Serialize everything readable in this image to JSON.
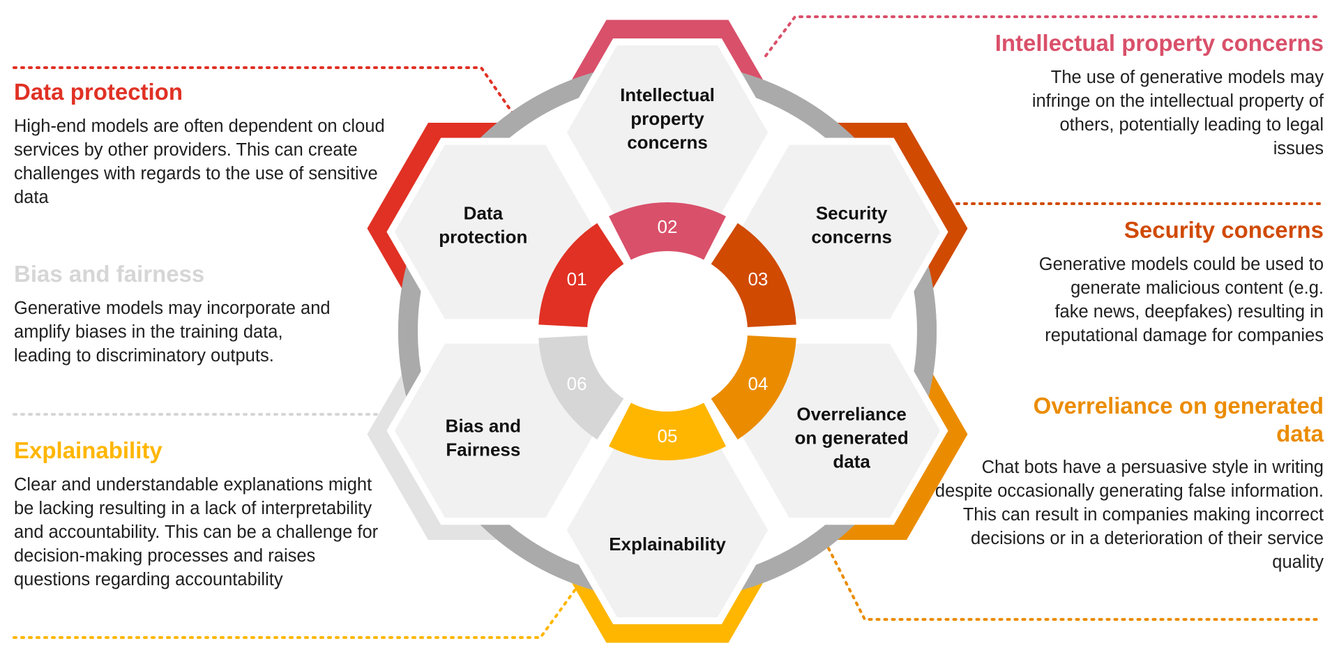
{
  "colors": {
    "data_protection": "#e03124",
    "intellectual_property": "#d9506a",
    "security": "#d04a02",
    "overreliance": "#eb8c00",
    "explainability": "#ffb600",
    "bias": "#d6d6d6",
    "ring": "#aaaaaa",
    "hex_fill": "#f1f1f1"
  },
  "segments": [
    {
      "id": "01",
      "number": "01",
      "title_lines": [
        "Data",
        "protection"
      ]
    },
    {
      "id": "02",
      "number": "02",
      "title_lines": [
        "Intellectual",
        "property",
        "concerns"
      ]
    },
    {
      "id": "03",
      "number": "03",
      "title_lines": [
        "Security",
        "concerns"
      ]
    },
    {
      "id": "04",
      "number": "04",
      "title_lines": [
        "Overreliance",
        "on generated",
        "data"
      ]
    },
    {
      "id": "05",
      "number": "05",
      "title_lines": [
        "Explainability"
      ]
    },
    {
      "id": "06",
      "number": "06",
      "title_lines": [
        "Bias and",
        "Fairness"
      ]
    }
  ],
  "panels": {
    "data_protection": {
      "heading": "Data protection",
      "body": "High-end models are often dependent on cloud services by other providers. This can create challenges with regards to the use of sensitive data"
    },
    "bias": {
      "heading": "Bias and fairness",
      "body": "Generative models may incorporate and amplify biases in the training data, leading to discriminatory outputs."
    },
    "explainability": {
      "heading": "Explainability",
      "body": "Clear and understandable explanations might be lacking resulting in a lack of interpretability and accountability. This can be a challenge for decision-making processes and raises questions regarding accountability"
    },
    "intellectual_property": {
      "heading": "Intellectual property concerns",
      "body": "The use of generative models may infringe on the intellectual property of others, potentially leading to legal issues"
    },
    "security": {
      "heading": "Security concerns",
      "body": "Generative models could be used to generate malicious content (e.g. fake news, deepfakes) resulting in reputational damage for companies"
    },
    "overreliance": {
      "heading": "Overreliance on generated data",
      "body": "Chat bots have a persuasive style in writing despite occasionally generating false information. This can result in companies making incorrect decisions or in a deterioration of their service quality"
    }
  }
}
